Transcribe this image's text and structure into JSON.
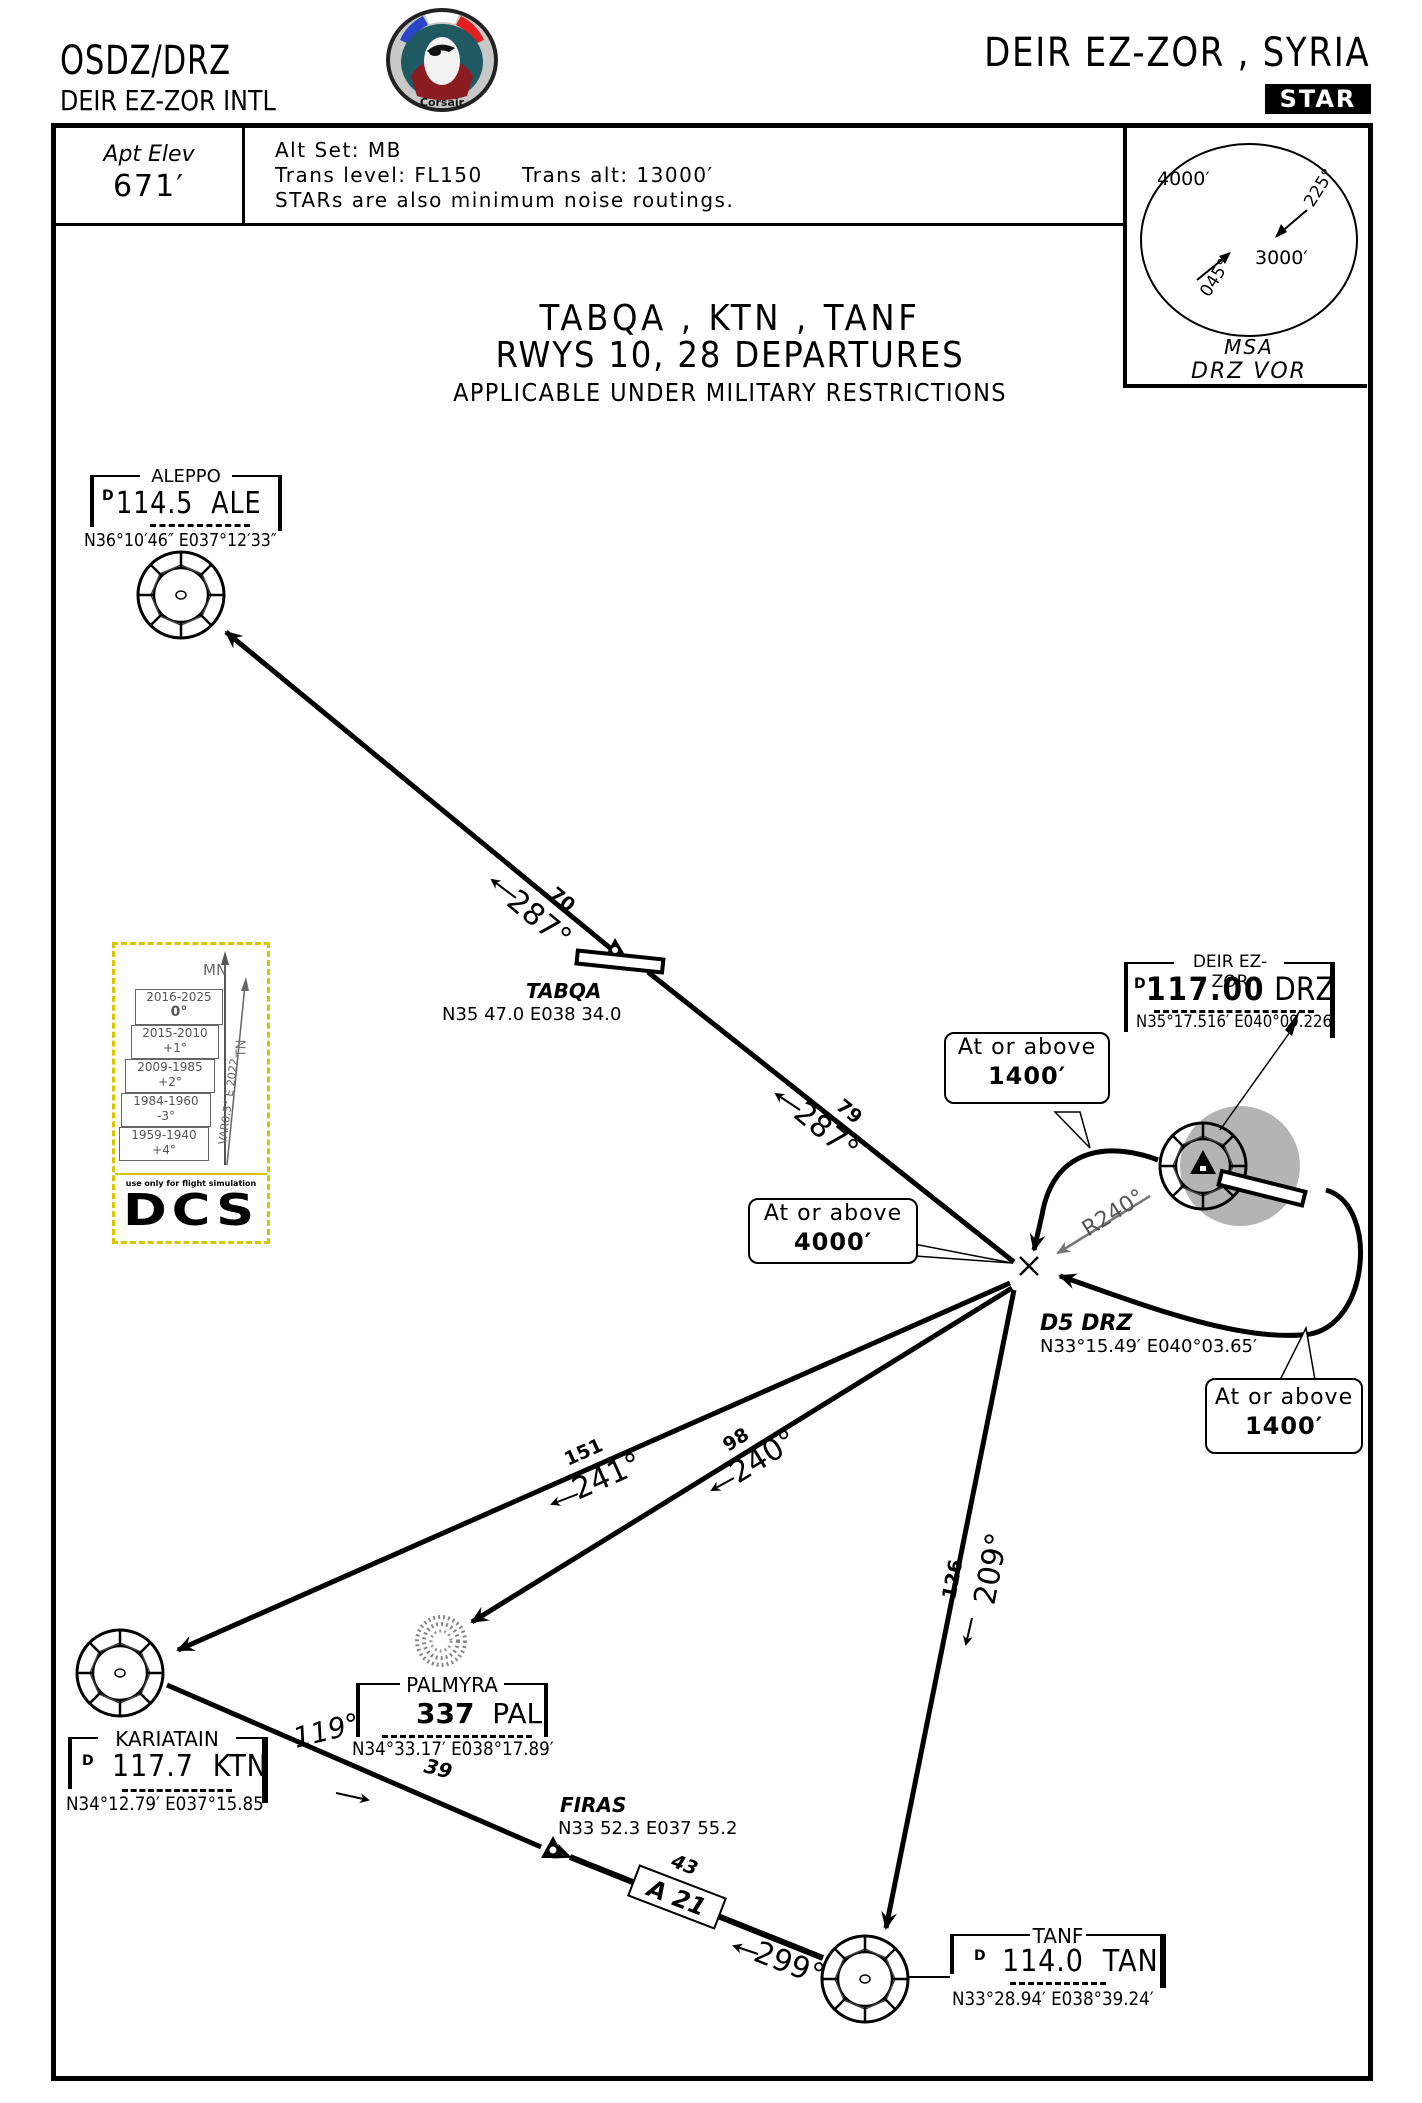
{
  "header": {
    "airport_id": "OSDZ/DRZ",
    "airport_name": "DEIR EZ-ZOR INTL",
    "city": "DEIR EZ-ZOR , SYRIA",
    "chart_type": "STAR",
    "logo_label": "Corsair"
  },
  "info": {
    "apt_elev_label": "Apt Elev",
    "apt_elev_value": "671′",
    "alt_set": "Alt Set: MB",
    "trans": "Trans level: FL150     Trans alt: 13000′",
    "note": "STARs are also minimum noise routings."
  },
  "msa": {
    "sector_nw_alt": "4000′",
    "sector_se_alt": "3000′",
    "bearing_1": "225°",
    "bearing_2": "045°",
    "label": "MSA",
    "reference": "DRZ VOR"
  },
  "title": {
    "line1": "TABQA , KTN , TANF",
    "line2": "RWYS 10, 28 DEPARTURES",
    "line3": "APPLICABLE UNDER MILITARY RESTRICTIONS"
  },
  "navaids": {
    "aleppo": {
      "name": "ALEPPO",
      "dme": "D",
      "freq": "114.5",
      "ident": "ALE",
      "coord": "N36°10′46″ E037°12′33″"
    },
    "deir_ez_zor": {
      "name": "DEIR EZ-ZOR",
      "dme": "D",
      "freq": "117.00",
      "ident": "DRZ",
      "coord": "N35°17.516′ E040°09.226′"
    },
    "kariatain": {
      "name": "KARIATAIN",
      "dme": "D",
      "freq": "117.7",
      "ident": "KTN",
      "coord": "N34°12.79′ E037°15.85′"
    },
    "palmyra": {
      "name": "PALMYRA",
      "freq": "337",
      "ident": "PAL",
      "coord": "N34°33.17′ E038°17.89′"
    },
    "tanf": {
      "name": "TANF",
      "dme": "D",
      "freq": "114.0",
      "ident": "TAN",
      "coord": "N33°28.94′ E038°39.24′"
    }
  },
  "fixes": {
    "tabqa": {
      "name": "TABQA",
      "coord": "N35 47.0 E038 34.0"
    },
    "d5drz": {
      "name": "D5 DRZ",
      "coord": "N33°15.49′ E040°03.65′"
    },
    "firas": {
      "name": "FIRAS",
      "coord": "N33 52.3 E037 55.2"
    }
  },
  "legs": {
    "tabqa_aleppo": {
      "dist": "70",
      "course": "287°"
    },
    "d5_tabqa": {
      "dist": "79",
      "course": "287°"
    },
    "d5_kariatain": {
      "dist": "151",
      "course": "241°"
    },
    "d5_palmyra": {
      "dist": "98",
      "course": "240°"
    },
    "d5_tanf": {
      "dist": "126",
      "course": "209°"
    },
    "kariatain_firas": {
      "dist": "39",
      "course": "119°"
    },
    "firas_tanf": {
      "dist": "43",
      "course": "299°",
      "airway": "A 21"
    },
    "radial": "R240°"
  },
  "callouts": {
    "alt_top": {
      "line1": "At or above",
      "line2": "1400′"
    },
    "alt_d5": {
      "line1": "At or above",
      "line2": "4000′"
    },
    "alt_bottom": {
      "line1": "At or above",
      "line2": "1400′"
    }
  },
  "magvar": {
    "mn": "MN",
    "tn": "TN",
    "entries": [
      {
        "years": "2016-2025",
        "var": "0°"
      },
      {
        "years": "2015-2010",
        "var": "+1°"
      },
      {
        "years": "2009-1985",
        "var": "+2°"
      },
      {
        "years": "1984-1960",
        "var": "-3°"
      },
      {
        "years": "1959-1940",
        "var": "+4°"
      }
    ],
    "var_note": "VAR0.5° E 2022",
    "dcs_note": "use only for flight simulation",
    "dcs_logo": "DCS"
  },
  "colors": {
    "ink": "#000000",
    "halo": "#b4b4b4",
    "logo_bg": "#1f5a63",
    "flag_blue": "#2b45c8",
    "flag_red": "#e02020",
    "magvar_border": "#d8c400"
  }
}
